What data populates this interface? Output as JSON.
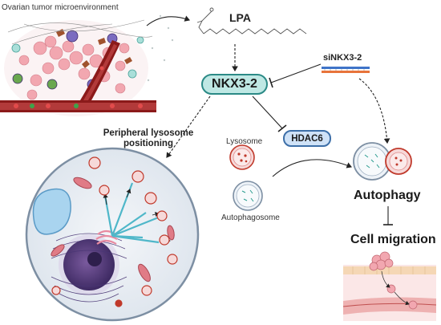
{
  "labels": {
    "tumor_microenvironment": "Ovarian tumor microenvironment",
    "lpa": "LPA",
    "sinkx": "siNKX3-2",
    "nkx": "NKX3-2",
    "hdac6": "HDAC6",
    "lysosome": "Lysosome",
    "autophagosome": "Autophagosome",
    "autophagy": "Autophagy",
    "peripheral_line1": "Peripheral lysosome",
    "peripheral_line2": "positioning",
    "cell_migration": "Cell migration"
  },
  "colors": {
    "node_nkx_fill": "#bfe8e4",
    "node_nkx_border": "#2b8a86",
    "node_hdac_fill": "#cfe2f7",
    "node_hdac_border": "#3d6fa8",
    "vessel": "#8b1a1a",
    "tumor_cells": "#f2a7b0",
    "cell_membrane": "#7d8fa3",
    "lysosome": "#c0392b",
    "golgi": "#e88aa0",
    "microtubule": "#4fb7c9"
  },
  "icons": {
    "sirna": "sirna-duplex-icon",
    "lpa": "lpa-molecule-icon"
  }
}
